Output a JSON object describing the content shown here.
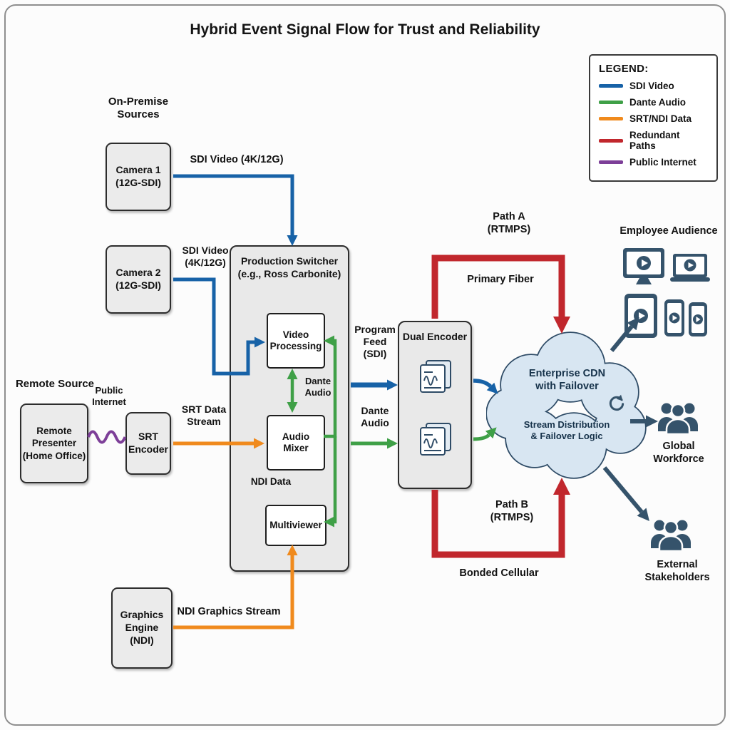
{
  "title": "Hybrid Event Signal Flow for Trust and Reliability",
  "colors": {
    "sdi_video": "#1762a7",
    "dante_audio": "#3fa047",
    "srt_ndi_data": "#f08a1d",
    "redundant_paths": "#c1272d",
    "public_internet": "#7d3f98",
    "audience": "#35536b",
    "cloud_fill": "#d8e6f2",
    "cloud_stroke": "#2e4b66",
    "node_fill": "#ebebeb",
    "node_border": "#2d2d2d"
  },
  "legend": {
    "heading": "LEGEND:",
    "items": [
      {
        "label": "SDI Video",
        "color": "#1762a7"
      },
      {
        "label": "Dante Audio",
        "color": "#3fa047"
      },
      {
        "label": "SRT/NDI Data",
        "color": "#f08a1d"
      },
      {
        "label": "Redundant Paths",
        "color": "#c1272d"
      },
      {
        "label": "Public Internet",
        "color": "#7d3f98"
      }
    ]
  },
  "nodes": {
    "on_premise_heading": "On-Premise\nSources",
    "camera1": "Camera 1\n(12G-SDI)",
    "camera2": "Camera 2\n(12G-SDI)",
    "remote_source_heading": "Remote Source",
    "remote_presenter": "Remote\nPresenter\n(Home Office)",
    "srt_encoder": "SRT\nEncoder",
    "production_switcher": "Production Switcher\n(e.g., Ross Carbonite)",
    "video_processing": "Video\nProcessing",
    "audio_mixer": "Audio\nMixer",
    "multiviewer": "Multiviewer",
    "dual_encoder": "Dual Encoder",
    "graphics_engine": "Graphics\nEngine\n(NDI)",
    "cloud_title": "Enterprise CDN\nwith Failover",
    "cloud_subtitle": "Stream Distribution\n& Failover Logic"
  },
  "flow_labels": {
    "sdi_video_cam1": "SDI Video (4K/12G)",
    "sdi_video_cam2": "SDI Video\n(4K/12G)",
    "public_internet": "Public\nInternet",
    "srt_data_stream": "SRT Data\nStream",
    "dante_audio_internal": "Dante\nAudio",
    "ndi_data": "NDI Data",
    "program_feed": "Program\nFeed\n(SDI)",
    "dante_audio_out": "Dante\nAudio",
    "path_a": "Path A\n(RTMPS)",
    "primary_fiber": "Primary Fiber",
    "path_b": "Path B\n(RTMPS)",
    "bonded_cellular": "Bonded Cellular",
    "ndi_graphics_stream": "NDI Graphics Stream"
  },
  "audiences": {
    "employee_audience": "Employee Audience",
    "global_workforce": "Global\nWorkforce",
    "external_stakeholders": "External\nStakeholders"
  }
}
